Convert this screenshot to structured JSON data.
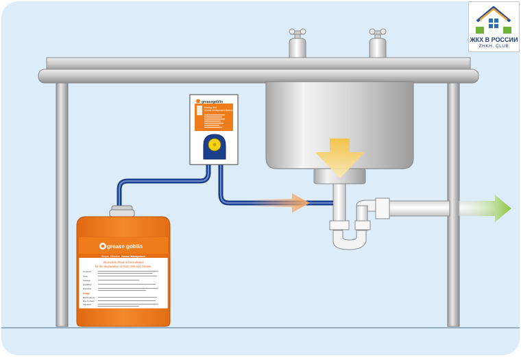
{
  "logo": {
    "title": "ЖКХ В РОССИИ",
    "subtitle": "ZHKH. CLUB"
  },
  "dosing_unit": {
    "brand": "greasegoblin",
    "line1": "Dosing Unit",
    "line2": "Grease Management System"
  },
  "container": {
    "brand_prefix": "grease",
    "brand_suffix": "goblin",
    "tagline_a": "Simple, Effective",
    "tagline_b": "Grease Management",
    "headline_1": "BioActive Fluid is formulated",
    "headline_2": "for the degradation of Fats, Oils and Grease.",
    "spec_labels": [
      "Contents:",
      "Uses:",
      "Storage:",
      "Handling:",
      "Disposal:"
    ],
    "usage_heading": "Usage",
    "usage_labels": [
      "Bio-Products:",
      "Eye Contact:",
      "Ingestion:"
    ]
  },
  "colors": {
    "background": "#dcedf9",
    "accent_orange": "#f07d1c",
    "pipe_blue": "#1c3f8c",
    "flow_arrow_green": "#8cc63f"
  },
  "icons": [
    "house-logo-icon",
    "downward-flow-arrow-icon",
    "flow-direction-arrow-icon",
    "outflow-arrow-icon",
    "pump-rotor-icon",
    "faucet-icon"
  ]
}
